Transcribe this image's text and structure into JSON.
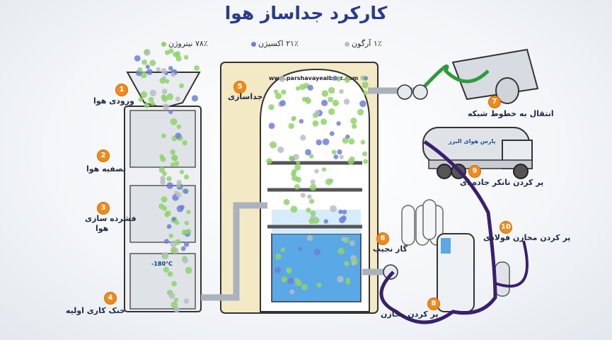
{
  "title": "کارکرد جداساز هوا",
  "legend": {
    "nitrogen": "۷۸٪ نیتروژن",
    "oxygen": "۲۱٪ اکسیژن",
    "argon": "۱٪ آرگون"
  },
  "url": "www.parshavayealborz.com",
  "colors": {
    "nitrogen": "#8fd26a",
    "oxygen": "#6f7fd6",
    "argon": "#b9bcc4",
    "badge": "#f08a1c",
    "pipe": "#3a1f6e"
  },
  "steps": [
    {
      "num": "1",
      "label": "ورودی هوا"
    },
    {
      "num": "2",
      "label": "تصفیه هوا"
    },
    {
      "num": "3",
      "label_line1": "فشرده سازی",
      "label_line2": "هوا"
    },
    {
      "num": "4",
      "label": "خنک کاری اولیه"
    },
    {
      "num": "5",
      "label": "جداسازی"
    },
    {
      "num": "6",
      "label": "گاز نجیب"
    },
    {
      "num": "7",
      "label": "انتقال به خطوط شبکه"
    },
    {
      "num": "8",
      "label": "پر کردن مخازن"
    },
    {
      "num": "9",
      "label": "پر کردن تانکر جاده ای"
    },
    {
      "num": "10",
      "label": "پر کردن مخازن فولادی"
    }
  ],
  "thermometer": "-180°C",
  "truck_logo": "پارس هوای البرز"
}
